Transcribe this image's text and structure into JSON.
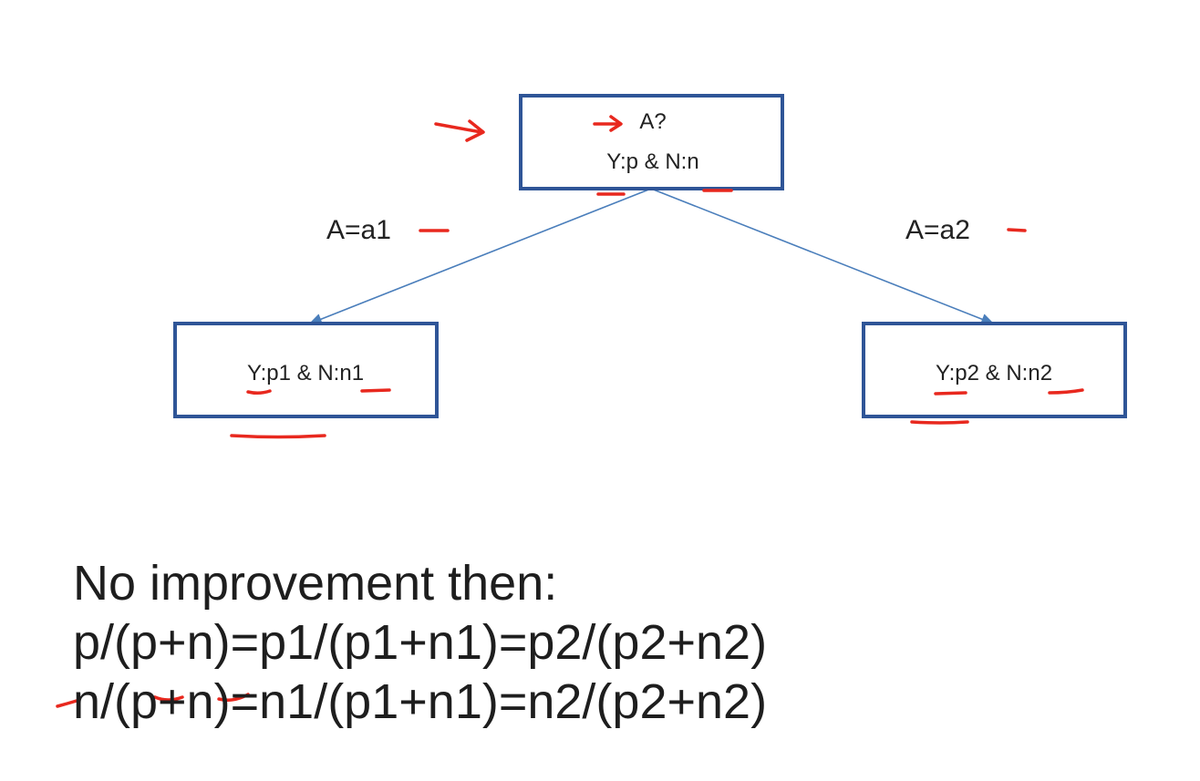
{
  "diagram": {
    "root": {
      "question": "A?",
      "counts": "Y:p & N:n"
    },
    "left": {
      "edge_label": "A=a1",
      "counts": "Y:p1 & N:n1"
    },
    "right": {
      "edge_label": "A=a2",
      "counts": "Y:p2 & N:n2"
    }
  },
  "statement": {
    "heading": "No improvement then:",
    "equations": [
      "p/(p+n)=p1/(p1+n1)=p2/(p2+n2)",
      "n/(p+n)=n1/(p1+n1)=n2/(p2+n2)"
    ]
  },
  "colors": {
    "box_border": "#2f5597",
    "edge_line": "#4a7ebb",
    "annotation_ink": "#e8281e"
  }
}
